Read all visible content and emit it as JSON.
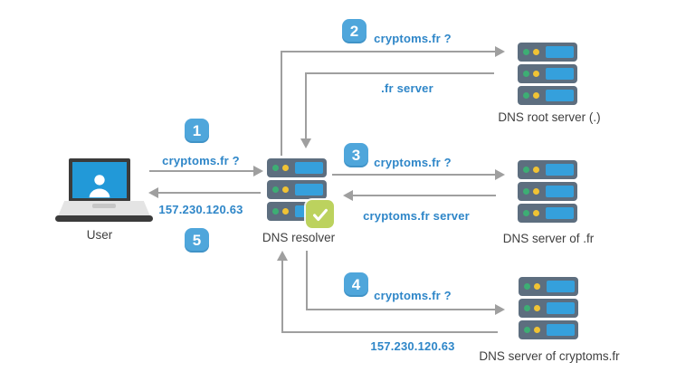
{
  "diagram": {
    "description": "DNS recursive resolution flow for cryptoms.fr",
    "nodes": {
      "user": {
        "label": "User",
        "icon": "laptop-icon"
      },
      "resolver": {
        "label": "DNS resolver",
        "icon": "server-stack-icon",
        "badge_icon": "check-icon"
      },
      "root_server": {
        "label": "DNS root server (.)",
        "icon": "server-stack-icon"
      },
      "fr_server": {
        "label": "DNS server of .fr",
        "icon": "server-stack-icon"
      },
      "cryptoms_server": {
        "label": "DNS server of cryptoms.fr",
        "icon": "server-stack-icon"
      }
    },
    "steps": [
      {
        "number": "1",
        "query": "cryptoms.fr ?"
      },
      {
        "number": "2",
        "query": "cryptoms.fr ?",
        "response": ".fr server"
      },
      {
        "number": "3",
        "query": "cryptoms.fr ?",
        "response": "cryptoms.fr server"
      },
      {
        "number": "4",
        "query": "cryptoms.fr ?",
        "response": "157.230.120.63"
      },
      {
        "number": "5",
        "response": "157.230.120.63"
      }
    ],
    "colors": {
      "badge_blue": "#4fa6db",
      "label_blue": "#2e86c8",
      "arrow_gray": "#9f9f9f",
      "server_body": "#5d6e7f",
      "server_panel": "#35a0dc",
      "dot_green": "#3dae74",
      "dot_yellow": "#f0c334",
      "check_badge_green": "#bcd25e",
      "laptop_screen_blue": "#2299d8",
      "node_text": "#3f3f3f",
      "background": "#ffffff"
    }
  }
}
